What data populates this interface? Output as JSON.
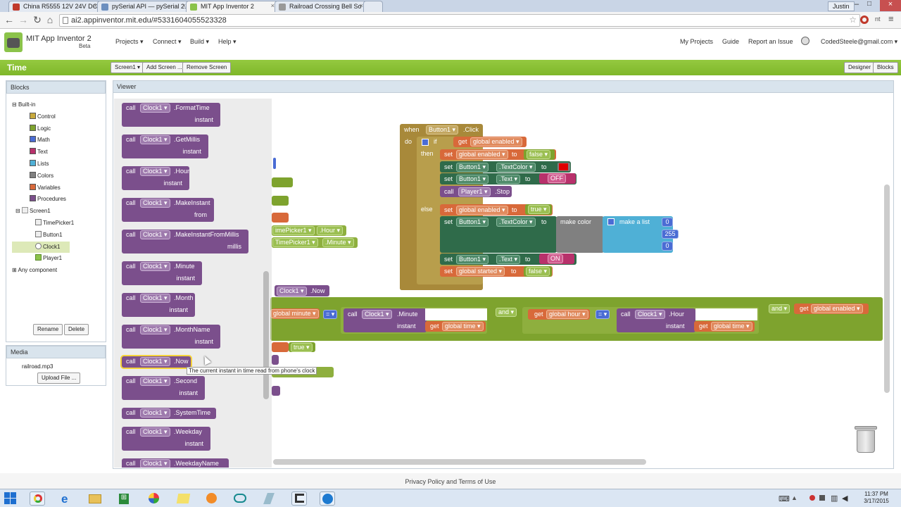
{
  "tabs": [
    {
      "label": "China R5555 12V 24V DC",
      "color": "#c0392b"
    },
    {
      "label": "pySerial API — pySerial 2.",
      "color": "#6c8fbf"
    },
    {
      "label": "MIT App Inventor 2",
      "color": "#8bc34a"
    },
    {
      "label": "Railroad Crossing Bell So",
      "color": "#999999"
    }
  ],
  "browser_user": "Justin",
  "url": "ai2.appinventor.mit.edu/#5331604055523328",
  "app": {
    "name": "MIT App Inventor 2",
    "tag": "Beta"
  },
  "menus": [
    "Projects ▾",
    "Connect ▾",
    "Build ▾",
    "Help ▾"
  ],
  "right_menus": [
    "My Projects",
    "Guide",
    "Report an Issue"
  ],
  "account": "CodedSteele@gmail.com ▾",
  "toolbar": {
    "screen_name": "Time",
    "screen1": "Screen1 ▾",
    "add_screen": "Add Screen ...",
    "remove_screen": "Remove Screen",
    "designer": "Designer",
    "blocks": "Blocks"
  },
  "blocks_panel": {
    "title": "Blocks",
    "builtin": "Built-in",
    "builtin_items": [
      {
        "label": "Control",
        "color": "#c8a93c"
      },
      {
        "label": "Logic",
        "color": "#7ea32e"
      },
      {
        "label": "Math",
        "color": "#4a6cd4"
      },
      {
        "label": "Text",
        "color": "#b8316b"
      },
      {
        "label": "Lists",
        "color": "#4fb0d6"
      },
      {
        "label": "Colors",
        "color": "#808080"
      },
      {
        "label": "Variables",
        "color": "#d8693a"
      },
      {
        "label": "Procedures",
        "color": "#7b4f8c"
      }
    ],
    "screen1": "Screen1",
    "components": [
      "TimePicker1",
      "Button1",
      "Clock1",
      "Player1"
    ],
    "any_component": "Any component",
    "rename": "Rename",
    "delete": "Delete"
  },
  "media_panel": {
    "title": "Media",
    "file": "railroad.mp3",
    "upload": "Upload File ..."
  },
  "viewer": {
    "title": "Viewer"
  },
  "drawer_blocks": [
    {
      "method": ".FormatTime",
      "arg": "instant"
    },
    {
      "method": ".GetMillis",
      "arg": "instant"
    },
    {
      "method": ".Hour",
      "arg": "instant"
    },
    {
      "method": ".MakeInstant",
      "arg": "from"
    },
    {
      "method": ".MakeInstantFromMillis",
      "arg": "millis"
    },
    {
      "method": ".Minute",
      "arg": "instant"
    },
    {
      "method": ".Month",
      "arg": "instant"
    },
    {
      "method": ".MonthName",
      "arg": "instant"
    },
    {
      "method": ".Now",
      "arg": ""
    },
    {
      "method": ".Second",
      "arg": "instant"
    },
    {
      "method": ".SystemTime",
      "arg": ""
    },
    {
      "method": ".Weekday",
      "arg": "instant"
    },
    {
      "method": ".WeekdayName",
      "arg": ""
    }
  ],
  "call": "call",
  "clock": "Clock1 ▾",
  "tooltip": "The current instant in time read from phone's clock",
  "workspace": {
    "when": "when",
    "button": "Button1 ▾",
    "click": ".Click",
    "do": "do",
    "if": "if",
    "then": "then",
    "else": "else",
    "get": "get",
    "set": "set",
    "to": "to",
    "global_enabled": "global enabled ▾",
    "global_started": "global started ▾",
    "global_minute": "global minute ▾",
    "global_hour": "global hour ▾",
    "global_time": "global time ▾",
    "false": "false ▾",
    "true": "true ▾",
    "textcolor": ".TextColor ▾",
    "text": ".Text ▾",
    "off": "OFF",
    "on": "ON",
    "player": "Player1 ▾",
    "stop": ".Stop",
    "make_color": "make color",
    "make_list": "make a list",
    "n0": "0",
    "n255": "255",
    "minute": ".Minute",
    "hour": ".Hour",
    "instant": "instant",
    "and": "and ▾",
    "eq": "= ▾",
    "clock_now": "Clock1 ▾",
    "now": ".Now",
    "timepicker": "imePicker1 ▾",
    "timepicker2": "TimePicker1 ▾",
    "tp_hour": ".Hour ▾",
    "tp_minute": ".Minute ▾"
  },
  "footer": "Privacy Policy and Terms of Use",
  "clock_time": "11:37 PM",
  "clock_date": "3/17/2015"
}
